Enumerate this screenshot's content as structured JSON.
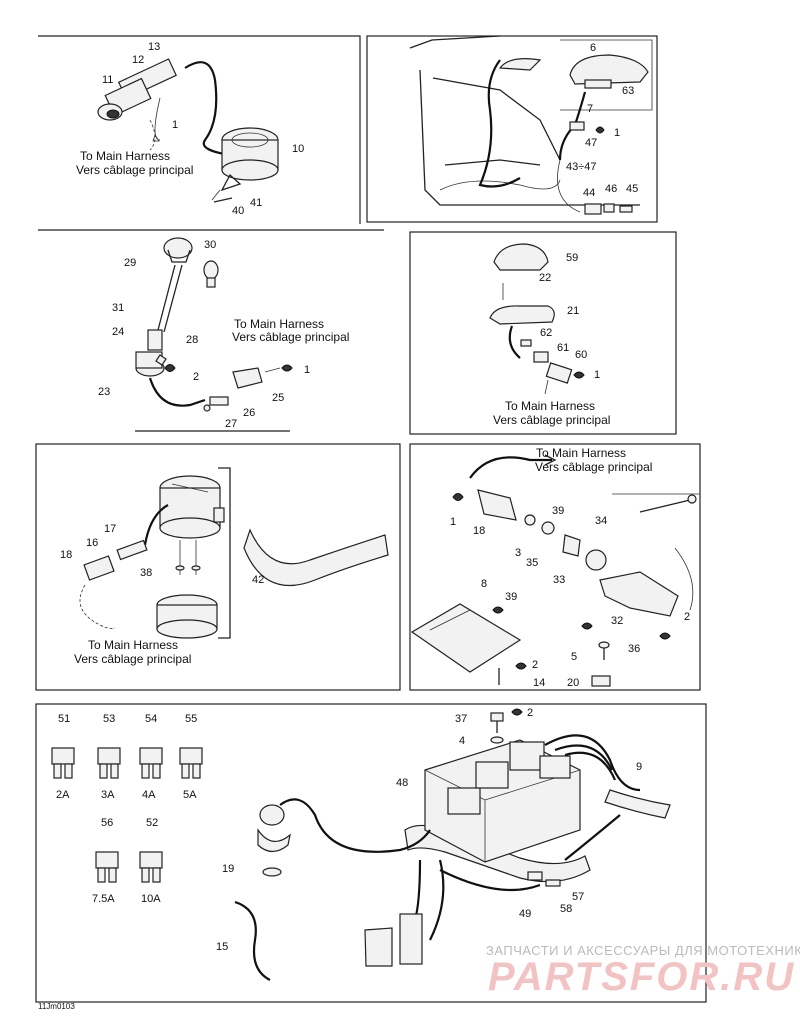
{
  "captions": {
    "to_main_harness": "To Main Harness",
    "vers_cablage": "Vers câblage principal"
  },
  "panel1": {
    "labels": [
      "13",
      "12",
      "11",
      "1",
      "10",
      "40",
      "41"
    ]
  },
  "panel2": {
    "labels": [
      "6",
      "7",
      "63",
      "1",
      "47",
      "43÷47",
      "44",
      "46",
      "45"
    ]
  },
  "panel3": {
    "labels": [
      "30",
      "29",
      "31",
      "28",
      "24",
      "2",
      "1",
      "23",
      "26",
      "25",
      "27"
    ]
  },
  "panel4": {
    "labels": [
      "59",
      "22",
      "21",
      "62",
      "61",
      "60",
      "1"
    ]
  },
  "panel5": {
    "labels": [
      "17",
      "16",
      "18",
      "38",
      "42"
    ]
  },
  "panel6": {
    "labels": [
      "1",
      "18",
      "39",
      "34",
      "3",
      "35",
      "33",
      "8",
      "39",
      "32",
      "2",
      "36",
      "5",
      "2",
      "14",
      "20"
    ]
  },
  "panel7": {
    "fuses": [
      {
        "number": "51",
        "rating": "2A"
      },
      {
        "number": "53",
        "rating": "3A"
      },
      {
        "number": "54",
        "rating": "4A"
      },
      {
        "number": "55",
        "rating": "5A"
      },
      {
        "number": "56",
        "rating": "7.5A"
      },
      {
        "number": "52",
        "rating": "10A"
      }
    ],
    "labels": [
      "37",
      "2",
      "4",
      "48",
      "9",
      "19",
      "15",
      "49",
      "57",
      "58"
    ]
  },
  "drawing_code": "11Jm0103",
  "watermark": {
    "line1": "ЗАПЧАСТИ И АКСЕССУАРЫ ДЛЯ МОТОТЕХНИКИ",
    "line2": "PARTSFOR.RU"
  },
  "colors": {
    "line": "#222222",
    "watermark_text": "#bbbbbb",
    "watermark_logo": "#f3c3c3"
  }
}
